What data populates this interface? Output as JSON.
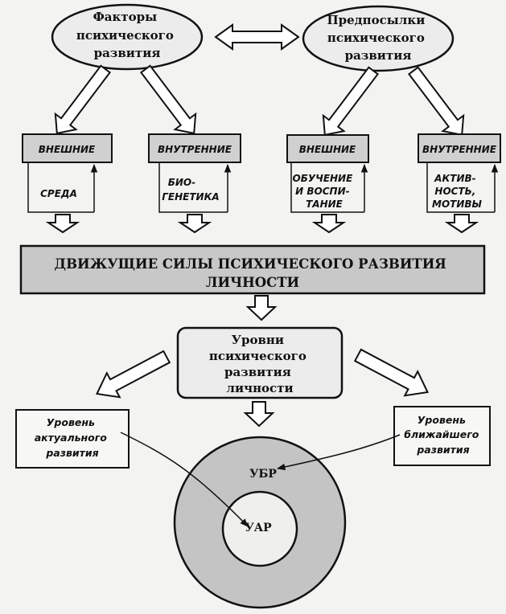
{
  "factors_title": [
    "Факторы",
    "психического",
    "развития"
  ],
  "prerequisites_title": [
    "Предпосылки",
    "психического",
    "развития"
  ],
  "boxes": [
    {
      "header": "ВНЕШНИЕ",
      "body": [
        "СРЕДА"
      ]
    },
    {
      "header": "ВНУТРЕННИЕ",
      "body": [
        "БИО-",
        "ГЕНЕТИКА"
      ]
    },
    {
      "header": "ВНЕШНИЕ",
      "body": [
        "ОБУЧЕНИЕ",
        "И ВОСПИ-",
        "ТАНИЕ"
      ]
    },
    {
      "header": "ВНУТРЕННИЕ",
      "body": [
        "АКТИВ-",
        "НОСТЬ,",
        "МОТИВЫ"
      ]
    }
  ],
  "driving_forces": [
    "ДВИЖУЩИЕ СИЛЫ ПСИХИЧЕСКОГО РАЗВИТИЯ",
    "ЛИЧНОСТИ"
  ],
  "levels_title": [
    "Уровни",
    "психического",
    "развития",
    "личности"
  ],
  "actual_level": [
    "Уровень",
    "актуального",
    "развития"
  ],
  "nearest_level": [
    "Уровень",
    "ближайшего",
    "развития"
  ],
  "ubr": "УБР",
  "uar": "УАР",
  "colors": {
    "ink": "#111111",
    "paper": "#f3f3f1",
    "band": "#c8c8c8",
    "header": "#d0d0d0",
    "circle": "#c4c4c4",
    "levels": "#ececec"
  }
}
